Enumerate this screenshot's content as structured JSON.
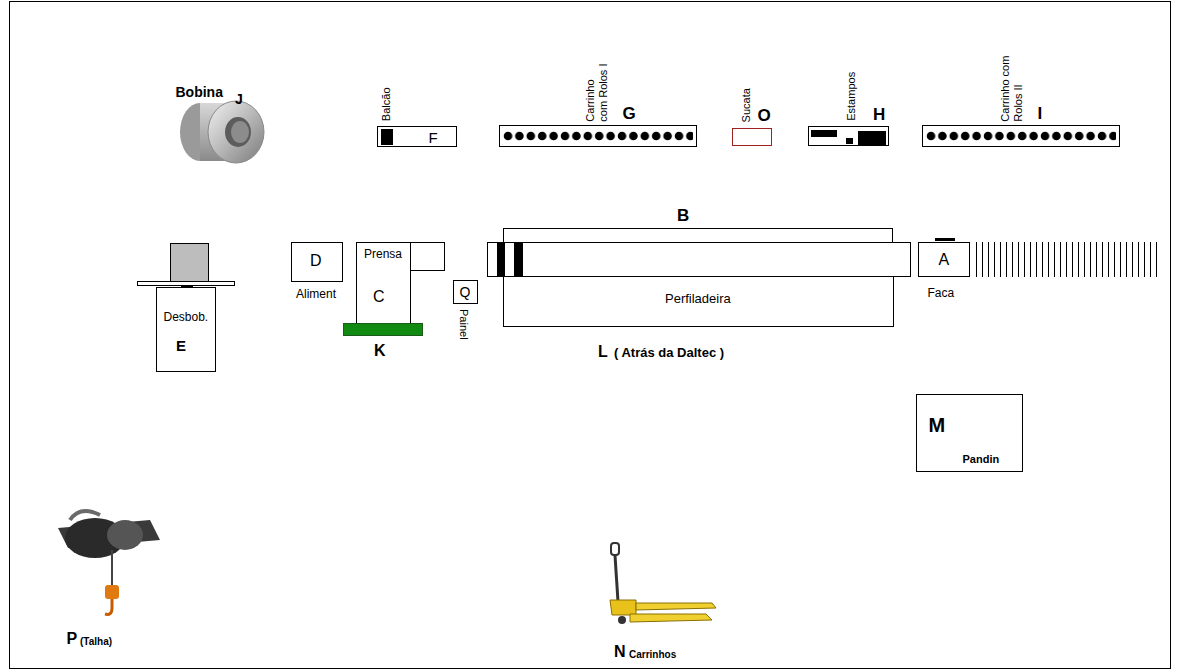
{
  "diagram": {
    "nodes": [
      {
        "text": [
          "Balcão",
          "F"
        ]
      },
      {
        "text": [
          "Carrinho com Rolos I",
          "G"
        ]
      },
      {
        "text": [
          "Sucata",
          "O"
        ]
      },
      {
        "text": [
          "Estampos",
          "H"
        ]
      },
      {
        "text": [
          "Carrinho com Rolos II",
          "I"
        ]
      },
      {
        "text": [
          "B"
        ]
      },
      {
        "text": [
          "Desbob.",
          "E"
        ]
      },
      {
        "text": [
          "D",
          "Aliment"
        ]
      },
      {
        "text": [
          "Prensa",
          "C"
        ]
      },
      {
        "text": [
          "Q",
          "Painel"
        ]
      },
      {
        "text": [
          "Perfiladeira"
        ]
      },
      {
        "text": [
          "A",
          "Faca"
        ]
      },
      {
        "text": [
          "K"
        ]
      },
      {
        "text": [
          "M",
          "Pandin"
        ]
      }
    ],
    "labels": [
      "Bobina",
      "J",
      "L",
      "( Atrás da Daltec )",
      "P",
      "(Talha)",
      "N",
      "Carrinhos"
    ]
  }
}
